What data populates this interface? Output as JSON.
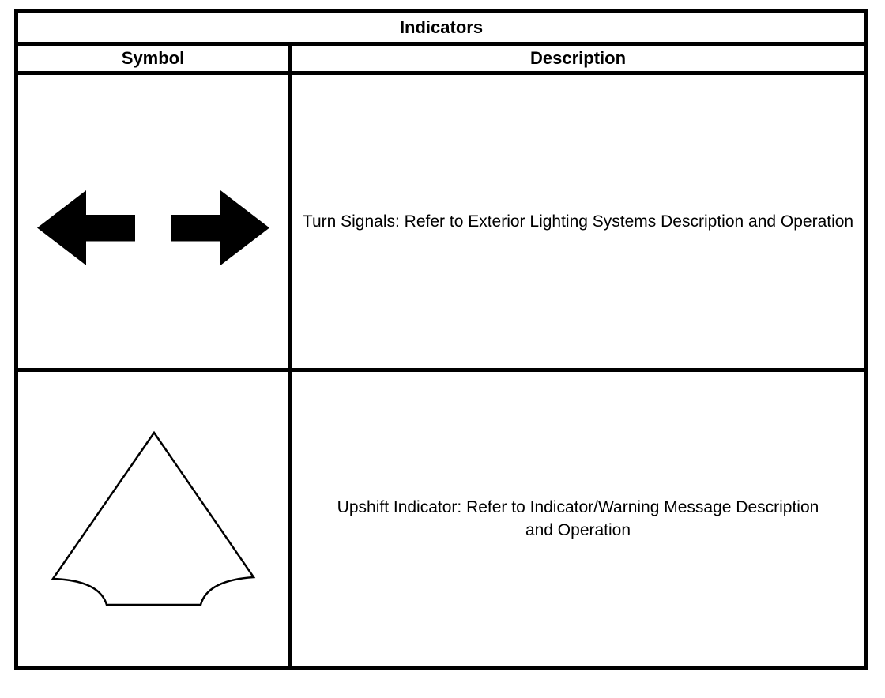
{
  "page": {
    "background": "#ffffff"
  },
  "table": {
    "title": "Indicators",
    "columns": [
      "Symbol",
      "Description"
    ],
    "rows": [
      {
        "symbol_icons": [
          "turn-left-arrow-icon",
          "turn-right-arrow-icon"
        ],
        "description": "Turn Signals: Refer to Exterior Lighting Systems Description and Operation"
      },
      {
        "symbol_icons": [
          "upshift-arrowhead-icon"
        ],
        "description": "Upshift Indicator: Refer to Indicator/Warning Message Description and Operation"
      }
    ],
    "colors": {
      "border": "#000000",
      "text": "#000000",
      "symbol_fill": "#000000",
      "background": "#ffffff"
    }
  }
}
